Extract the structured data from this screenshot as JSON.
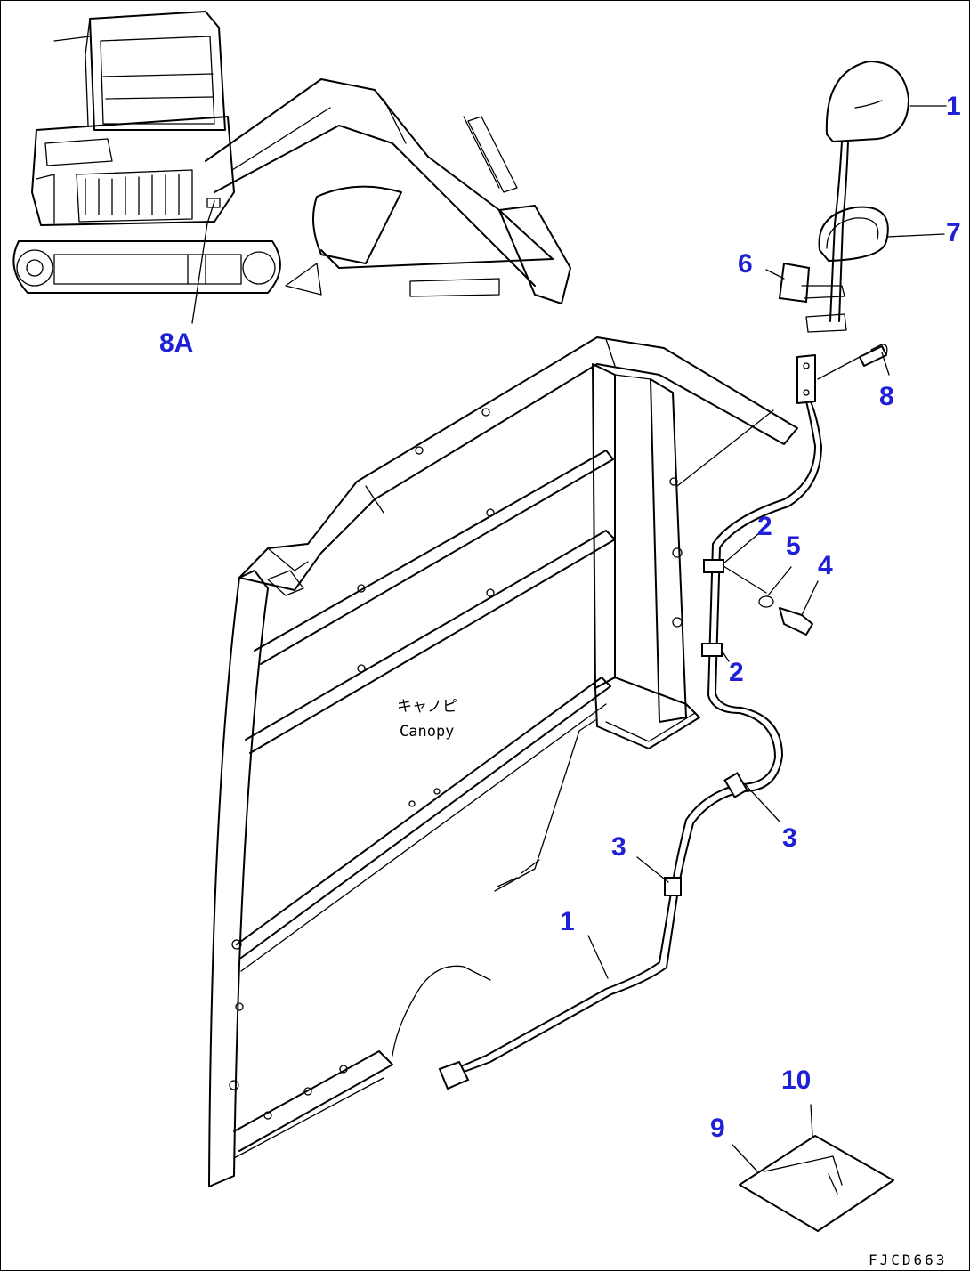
{
  "drawing": {
    "drawing_code": "FJCD663",
    "canopy_label_jp": "キャノピ",
    "canopy_label_en": "Canopy"
  },
  "callouts": [
    {
      "id": "c1a",
      "text": "1"
    },
    {
      "id": "c7",
      "text": "7"
    },
    {
      "id": "c6",
      "text": "6"
    },
    {
      "id": "c8",
      "text": "8"
    },
    {
      "id": "c8A",
      "text": "8A"
    },
    {
      "id": "c2a",
      "text": "2"
    },
    {
      "id": "c5",
      "text": "5"
    },
    {
      "id": "c4",
      "text": "4"
    },
    {
      "id": "c2b",
      "text": "2"
    },
    {
      "id": "c3a",
      "text": "3"
    },
    {
      "id": "c3b",
      "text": "3"
    },
    {
      "id": "c1b",
      "text": "1"
    },
    {
      "id": "c10",
      "text": "10"
    },
    {
      "id": "c9",
      "text": "9"
    }
  ],
  "colors": {
    "callout": "#1f1fd6",
    "line": "#000000"
  }
}
